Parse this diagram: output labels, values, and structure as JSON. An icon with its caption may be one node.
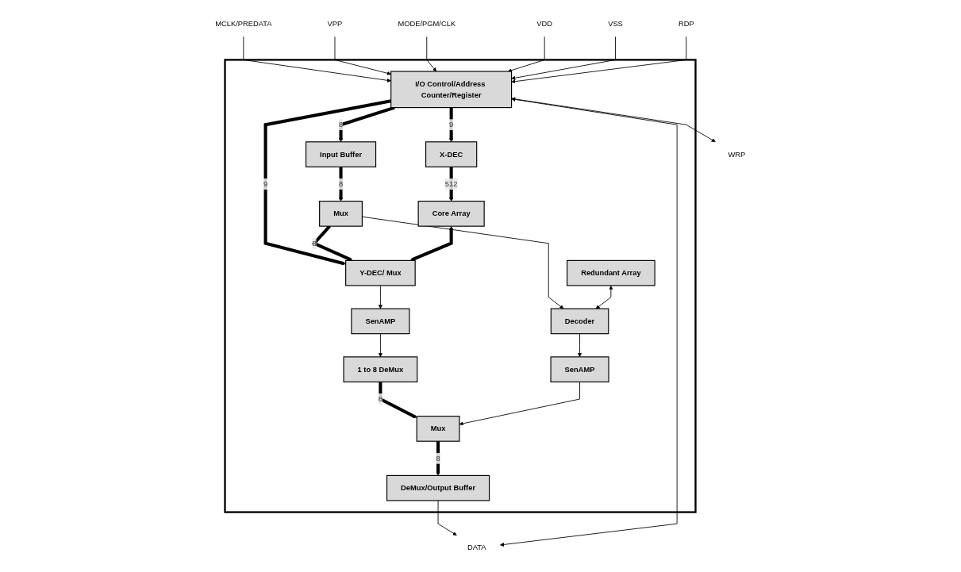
{
  "diagram": {
    "nodes": [
      {
        "text": [],
        "shape": "box"
      },
      {
        "text": [
          "MCLK/PREDATA"
        ]
      },
      {
        "text": [
          "VPP"
        ]
      },
      {
        "text": [
          "MODE/PGM/CLK"
        ]
      },
      {
        "text": [
          "VDD"
        ]
      },
      {
        "text": [
          "VSS"
        ]
      },
      {
        "text": [
          "RDP"
        ]
      },
      {
        "text": [
          "WRP"
        ]
      },
      {
        "text": [
          "DATA"
        ]
      },
      {
        "text": [
          "I/O Control/Address Counter/Register"
        ],
        "in": 0
      },
      {
        "text": [
          "Input Buffer"
        ],
        "in": 0
      },
      {
        "text": [
          "Redundant Array"
        ],
        "in": 0
      },
      {
        "text": [
          "Mux"
        ],
        "in": 0
      },
      {
        "text": [
          "X-DEC"
        ],
        "in": 0
      },
      {
        "text": [
          "Core Array"
        ],
        "in": 0
      },
      {
        "text": [
          "Y-DEC/ Mux"
        ],
        "in": 0
      },
      {
        "text": [
          "SenAMP"
        ],
        "in": 0
      },
      {
        "text": [
          "1 to 8 DeMux"
        ],
        "in": 0
      },
      {
        "text": [
          "Decoder"
        ],
        "in": 0
      },
      {
        "text": [
          "DeMux/Output Buffer"
        ],
        "in": 0
      },
      {
        "text": [
          "Mux"
        ],
        "in": 0
      },
      {
        "text": [
          "SenAMP"
        ],
        "in": 0
      }
    ],
    "edges": [
      {
        "from": 1,
        "to": 9,
        "arrow": "to"
      },
      {
        "from": 2,
        "to": 9,
        "arrow": "to"
      },
      {
        "from": 3,
        "to": 9,
        "arrow": "to"
      },
      {
        "from": 4,
        "to": 9,
        "arrow": "to"
      },
      {
        "from": 5,
        "to": 9,
        "arrow": "to"
      },
      {
        "from": 6,
        "to": 9,
        "arrow": "to"
      },
      {
        "from": 9,
        "to": 7,
        "arrow": "both"
      },
      {
        "from": 8,
        "to": 9,
        "arrow": "both"
      },
      {
        "from": 9,
        "to": 10,
        "arrow": "to",
        "label": "8",
        "style": "thick"
      },
      {
        "from": 10,
        "to": 12,
        "arrow": "to",
        "label": "8",
        "style": "thick"
      },
      {
        "from": 9,
        "to": 13,
        "arrow": "to",
        "label": "9",
        "style": "thick"
      },
      {
        "from": 9,
        "to": 15,
        "arrow": "to",
        "label": "9",
        "style": "thick"
      },
      {
        "from": 12,
        "to": 15,
        "arrow": "to",
        "label": "8",
        "style": "thick"
      },
      {
        "from": 12,
        "to": 18,
        "arrow": "to"
      },
      {
        "from": 11,
        "to": 18,
        "arrow": "both"
      },
      {
        "from": 13,
        "to": 14,
        "arrow": "to",
        "label": "512",
        "style": "thick"
      },
      {
        "from": 14,
        "to": 15,
        "arrow": "both",
        "style": "thick"
      },
      {
        "from": 15,
        "to": 16,
        "arrow": "to"
      },
      {
        "from": 16,
        "to": 17,
        "arrow": "to"
      },
      {
        "from": 17,
        "to": 20,
        "arrow": "to",
        "label": "8",
        "style": "thick"
      },
      {
        "from": 18,
        "to": 21,
        "arrow": "to"
      },
      {
        "from": 21,
        "to": 20,
        "arrow": "to"
      },
      {
        "from": 20,
        "to": 19,
        "arrow": "to",
        "label": "8",
        "style": "thick"
      },
      {
        "from": 19,
        "to": 8,
        "arrow": "to"
      }
    ]
  }
}
